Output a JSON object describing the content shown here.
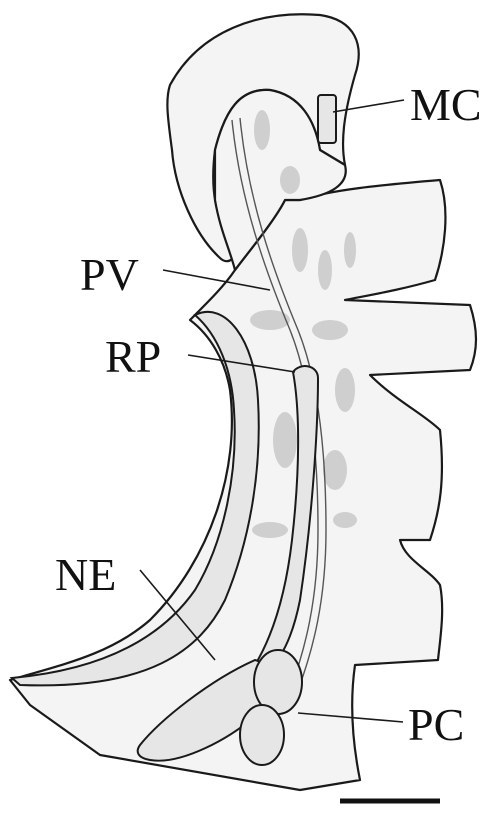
{
  "labels": {
    "mc": "MC",
    "pv": "PV",
    "rp": "RP",
    "ne": "NE",
    "pc": "PC"
  }
}
